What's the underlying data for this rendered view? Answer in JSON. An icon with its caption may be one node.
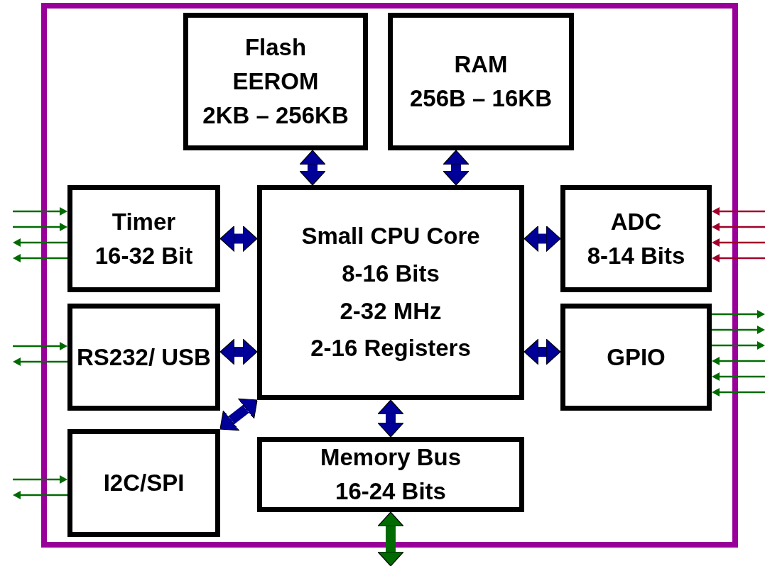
{
  "diagram": {
    "nodes": [
      {
        "text": [],
        "shape": "box"
      },
      {
        "text": [
          "Flash EEROM",
          "2KB – 256KB"
        ],
        "in": 0
      },
      {
        "text": [
          "RAM",
          "256B – 16KB"
        ],
        "in": 0
      },
      {
        "text": [
          "Timer",
          "16-32 Bit"
        ],
        "in": 0
      },
      {
        "text": [
          "Small CPU Core",
          "8-16 Bits",
          "2-32 MHz",
          "2-16 Registers"
        ],
        "in": 0
      },
      {
        "text": [
          "ADC",
          "8-14 Bits"
        ],
        "in": 0
      },
      {
        "text": [
          "RS232/ USB"
        ],
        "in": 0
      },
      {
        "text": [
          "GPIO"
        ],
        "in": 0
      },
      {
        "text": [
          "I2C/SPI"
        ],
        "in": 0
      },
      {
        "text": [
          "Memory Bus",
          "16-24 Bits"
        ],
        "in": 0
      }
    ],
    "edges": [
      {
        "from": 1,
        "to": 4,
        "arrow": "both",
        "style": "thick",
        "color": "#000099"
      },
      {
        "from": 2,
        "to": 4,
        "arrow": "both",
        "style": "thick",
        "color": "#000099"
      },
      {
        "from": 3,
        "to": 4,
        "arrow": "both",
        "style": "thick",
        "color": "#000099"
      },
      {
        "from": 4,
        "to": 5,
        "arrow": "both",
        "style": "thick",
        "color": "#000099"
      },
      {
        "from": 6,
        "to": 4,
        "arrow": "both",
        "style": "thick",
        "color": "#000099"
      },
      {
        "from": 4,
        "to": 7,
        "arrow": "both",
        "style": "thick",
        "color": "#000099"
      },
      {
        "from": 8,
        "to": 4,
        "arrow": "both",
        "style": "thick",
        "color": "#000099"
      },
      {
        "from": 4,
        "to": 9,
        "arrow": "both",
        "style": "thick",
        "color": "#000099"
      },
      {
        "from": 9,
        "to": null,
        "arrow": "both",
        "style": "thick"
      },
      {
        "from": null,
        "to": 3,
        "arrow": "to"
      },
      {
        "from": null,
        "to": 3,
        "arrow": "to"
      },
      {
        "from": 3,
        "to": null,
        "arrow": "to"
      },
      {
        "from": 3,
        "to": null,
        "arrow": "to"
      },
      {
        "from": null,
        "to": 6,
        "arrow": "to"
      },
      {
        "from": 6,
        "to": null,
        "arrow": "to"
      },
      {
        "from": null,
        "to": 8,
        "arrow": "to"
      },
      {
        "from": 8,
        "to": null,
        "arrow": "to"
      },
      {
        "from": null,
        "to": 5,
        "arrow": "to",
        "color": "#a0002a"
      },
      {
        "from": null,
        "to": 5,
        "arrow": "to",
        "color": "#a0002a"
      },
      {
        "from": null,
        "to": 5,
        "arrow": "to",
        "color": "#a0002a"
      },
      {
        "from": null,
        "to": 5,
        "arrow": "to",
        "color": "#a0002a"
      },
      {
        "from": 7,
        "to": null,
        "arrow": "to"
      },
      {
        "from": 7,
        "to": null,
        "arrow": "to"
      },
      {
        "from": 7,
        "to": null,
        "arrow": "to"
      },
      {
        "from": null,
        "to": 7,
        "arrow": "to"
      },
      {
        "from": null,
        "to": 7,
        "arrow": "to"
      },
      {
        "from": null,
        "to": 7,
        "arrow": "to"
      }
    ]
  }
}
